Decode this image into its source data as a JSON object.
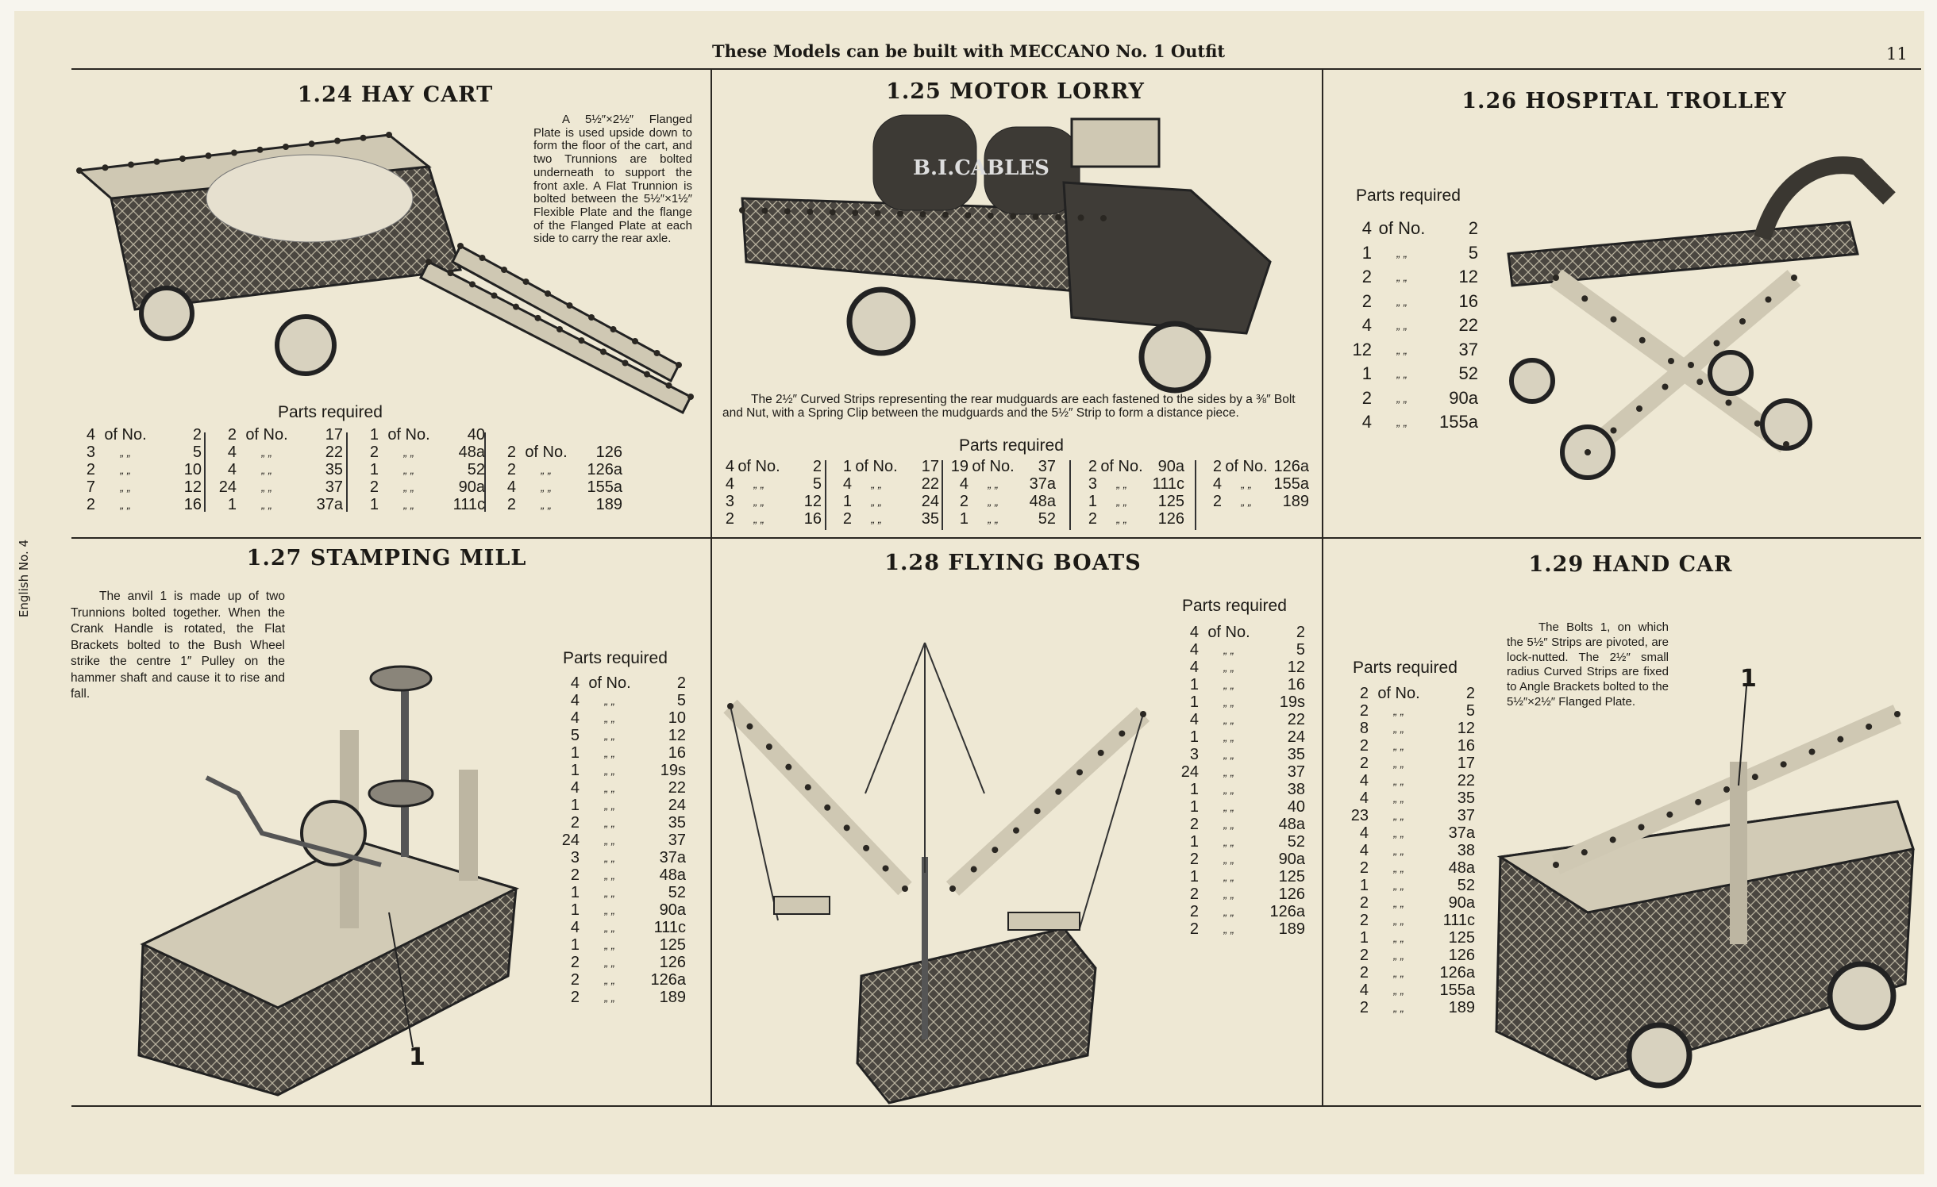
{
  "header": {
    "title": "These Models can be built with MECCANO No. 1 Outfit",
    "page_number": "11",
    "side_label": "English No. 4"
  },
  "labels": {
    "parts_required": "Parts required",
    "of_no": "of No.",
    "ditto": "„  „"
  },
  "models": [
    {
      "id": "hay-cart",
      "title": "1.24   HAY CART",
      "description": "A 5½″×2½″ Flanged Plate is used upside down to form the floor of the cart, and two Trunnions are bolted underneath to support the front axle. A Flat Trunnion is bolted between the 5½″×1½″ Flexible Plate and the flange of the Flanged Plate at each side to carry the rear axle.",
      "parts": [
        [
          {
            "q": "4",
            "n": "2"
          },
          {
            "q": "3",
            "n": "5"
          },
          {
            "q": "2",
            "n": "10"
          },
          {
            "q": "7",
            "n": "12"
          },
          {
            "q": "2",
            "n": "16"
          }
        ],
        [
          {
            "q": "2",
            "n": "17"
          },
          {
            "q": "4",
            "n": "22"
          },
          {
            "q": "4",
            "n": "35"
          },
          {
            "q": "24",
            "n": "37"
          },
          {
            "q": "1",
            "n": "37a"
          }
        ],
        [
          {
            "q": "1",
            "n": "40"
          },
          {
            "q": "2",
            "n": "48a"
          },
          {
            "q": "1",
            "n": "52"
          },
          {
            "q": "2",
            "n": "90a"
          },
          {
            "q": "1",
            "n": "111c"
          }
        ],
        [
          {
            "q": "2",
            "n": "126"
          },
          {
            "q": "2",
            "n": "126a"
          },
          {
            "q": "4",
            "n": "155a"
          },
          {
            "q": "2",
            "n": "189"
          }
        ]
      ]
    },
    {
      "id": "motor-lorry",
      "title": "1.25   MOTOR LORRY",
      "description": "The 2½″ Curved Strips representing the rear mudguards are each fastened to the sides by a ⅜″ Bolt and Nut, with a Spring Clip between the mudguards and the 5½″ Strip to form a distance piece.",
      "illustration_text": "B.I.CABLES",
      "parts": [
        [
          {
            "q": "4",
            "n": "2"
          },
          {
            "q": "4",
            "n": "5"
          },
          {
            "q": "3",
            "n": "12"
          },
          {
            "q": "2",
            "n": "16"
          }
        ],
        [
          {
            "q": "1",
            "n": "17"
          },
          {
            "q": "4",
            "n": "22"
          },
          {
            "q": "1",
            "n": "24"
          },
          {
            "q": "2",
            "n": "35"
          }
        ],
        [
          {
            "q": "19",
            "n": "37"
          },
          {
            "q": "4",
            "n": "37a"
          },
          {
            "q": "2",
            "n": "48a"
          },
          {
            "q": "1",
            "n": "52"
          }
        ],
        [
          {
            "q": "2",
            "n": "90a"
          },
          {
            "q": "3",
            "n": "111c"
          },
          {
            "q": "1",
            "n": "125"
          },
          {
            "q": "2",
            "n": "126"
          }
        ],
        [
          {
            "q": "2",
            "n": "126a"
          },
          {
            "q": "4",
            "n": "155a"
          },
          {
            "q": "2",
            "n": "189"
          }
        ]
      ]
    },
    {
      "id": "hospital-trolley",
      "title": "1.26   HOSPITAL TROLLEY",
      "parts": [
        [
          {
            "q": "4",
            "n": "2"
          },
          {
            "q": "1",
            "n": "5"
          },
          {
            "q": "2",
            "n": "12"
          },
          {
            "q": "2",
            "n": "16"
          },
          {
            "q": "4",
            "n": "22"
          },
          {
            "q": "12",
            "n": "37"
          },
          {
            "q": "1",
            "n": "52"
          },
          {
            "q": "2",
            "n": "90a"
          },
          {
            "q": "4",
            "n": "155a"
          }
        ]
      ]
    },
    {
      "id": "stamping-mill",
      "title": "1.27   STAMPING MILL",
      "description": "The anvil 1 is made up of two Trunnions bolted together. When the Crank Handle is rotated, the Flat Brackets bolted to the Bush Wheel strike the centre 1″ Pulley on the hammer shaft and cause it to rise and fall.",
      "callout": "1",
      "parts": [
        [
          {
            "q": "4",
            "n": "2"
          },
          {
            "q": "4",
            "n": "5"
          },
          {
            "q": "4",
            "n": "10"
          },
          {
            "q": "5",
            "n": "12"
          },
          {
            "q": "1",
            "n": "16"
          },
          {
            "q": "1",
            "n": "19s"
          },
          {
            "q": "4",
            "n": "22"
          },
          {
            "q": "1",
            "n": "24"
          },
          {
            "q": "2",
            "n": "35"
          },
          {
            "q": "24",
            "n": "37"
          },
          {
            "q": "3",
            "n": "37a"
          },
          {
            "q": "2",
            "n": "48a"
          },
          {
            "q": "1",
            "n": "52"
          },
          {
            "q": "1",
            "n": "90a"
          },
          {
            "q": "4",
            "n": "111c"
          },
          {
            "q": "1",
            "n": "125"
          },
          {
            "q": "2",
            "n": "126"
          },
          {
            "q": "2",
            "n": "126a"
          },
          {
            "q": "2",
            "n": "189"
          }
        ]
      ]
    },
    {
      "id": "flying-boats",
      "title": "1.28   FLYING BOATS",
      "parts": [
        [
          {
            "q": "4",
            "n": "2"
          },
          {
            "q": "4",
            "n": "5"
          },
          {
            "q": "4",
            "n": "12"
          },
          {
            "q": "1",
            "n": "16"
          },
          {
            "q": "1",
            "n": "19s"
          },
          {
            "q": "4",
            "n": "22"
          },
          {
            "q": "1",
            "n": "24"
          },
          {
            "q": "3",
            "n": "35"
          },
          {
            "q": "24",
            "n": "37"
          },
          {
            "q": "1",
            "n": "38"
          },
          {
            "q": "1",
            "n": "40"
          },
          {
            "q": "2",
            "n": "48a"
          },
          {
            "q": "1",
            "n": "52"
          },
          {
            "q": "2",
            "n": "90a"
          },
          {
            "q": "1",
            "n": "125"
          },
          {
            "q": "2",
            "n": "126"
          },
          {
            "q": "2",
            "n": "126a"
          },
          {
            "q": "2",
            "n": "189"
          }
        ]
      ]
    },
    {
      "id": "hand-car",
      "title": "1.29   HAND CAR",
      "description": "The Bolts 1, on which the 5½″ Strips are pivoted, are lock-nutted. The 2½″ small radius Curved Strips are fixed to Angle Brackets bolted to the 5½″×2½″ Flanged Plate.",
      "callout": "1",
      "parts": [
        [
          {
            "q": "2",
            "n": "2"
          },
          {
            "q": "2",
            "n": "5"
          },
          {
            "q": "8",
            "n": "12"
          },
          {
            "q": "2",
            "n": "16"
          },
          {
            "q": "2",
            "n": "17"
          },
          {
            "q": "4",
            "n": "22"
          },
          {
            "q": "4",
            "n": "35"
          },
          {
            "q": "23",
            "n": "37"
          },
          {
            "q": "4",
            "n": "37a"
          },
          {
            "q": "4",
            "n": "38"
          },
          {
            "q": "2",
            "n": "48a"
          },
          {
            "q": "1",
            "n": "52"
          },
          {
            "q": "2",
            "n": "90a"
          },
          {
            "q": "2",
            "n": "111c"
          },
          {
            "q": "1",
            "n": "125"
          },
          {
            "q": "2",
            "n": "126"
          },
          {
            "q": "2",
            "n": "126a"
          },
          {
            "q": "4",
            "n": "155a"
          },
          {
            "q": "2",
            "n": "189"
          }
        ]
      ]
    }
  ]
}
